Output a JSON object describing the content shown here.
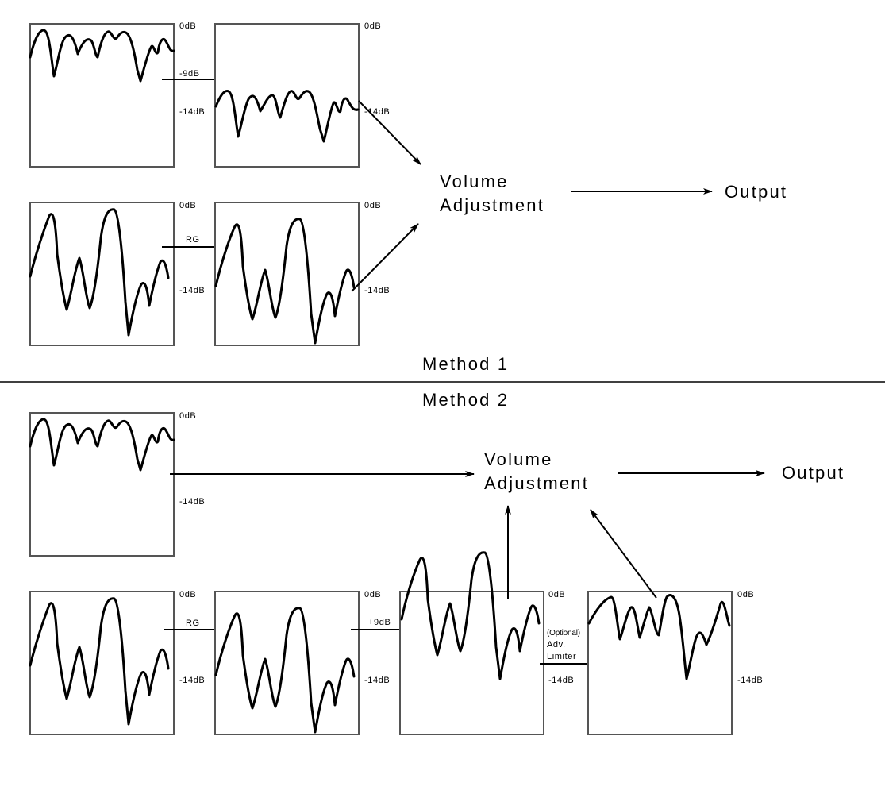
{
  "method1": {
    "title": "Method 1",
    "db_0": "0dB",
    "db_minus14": "-14dB",
    "gain_top": "-9dB",
    "gain_bottom": "RG",
    "volume_line1": "Volume",
    "volume_line2": "Adjustment",
    "output": "Output"
  },
  "method2": {
    "title": "Method 2",
    "db_0": "0dB",
    "db_minus14": "-14dB",
    "gain_rg": "RG",
    "gain_plus9": "+9dB",
    "limiter_line1": "(Optional)",
    "limiter_line2": "Adv.",
    "limiter_line3": "Limiter",
    "volume_line1": "Volume",
    "volume_line2": "Adjustment",
    "output": "Output"
  },
  "colors": {
    "line": "#000000",
    "box_border": "#555555",
    "background": "#ffffff"
  }
}
